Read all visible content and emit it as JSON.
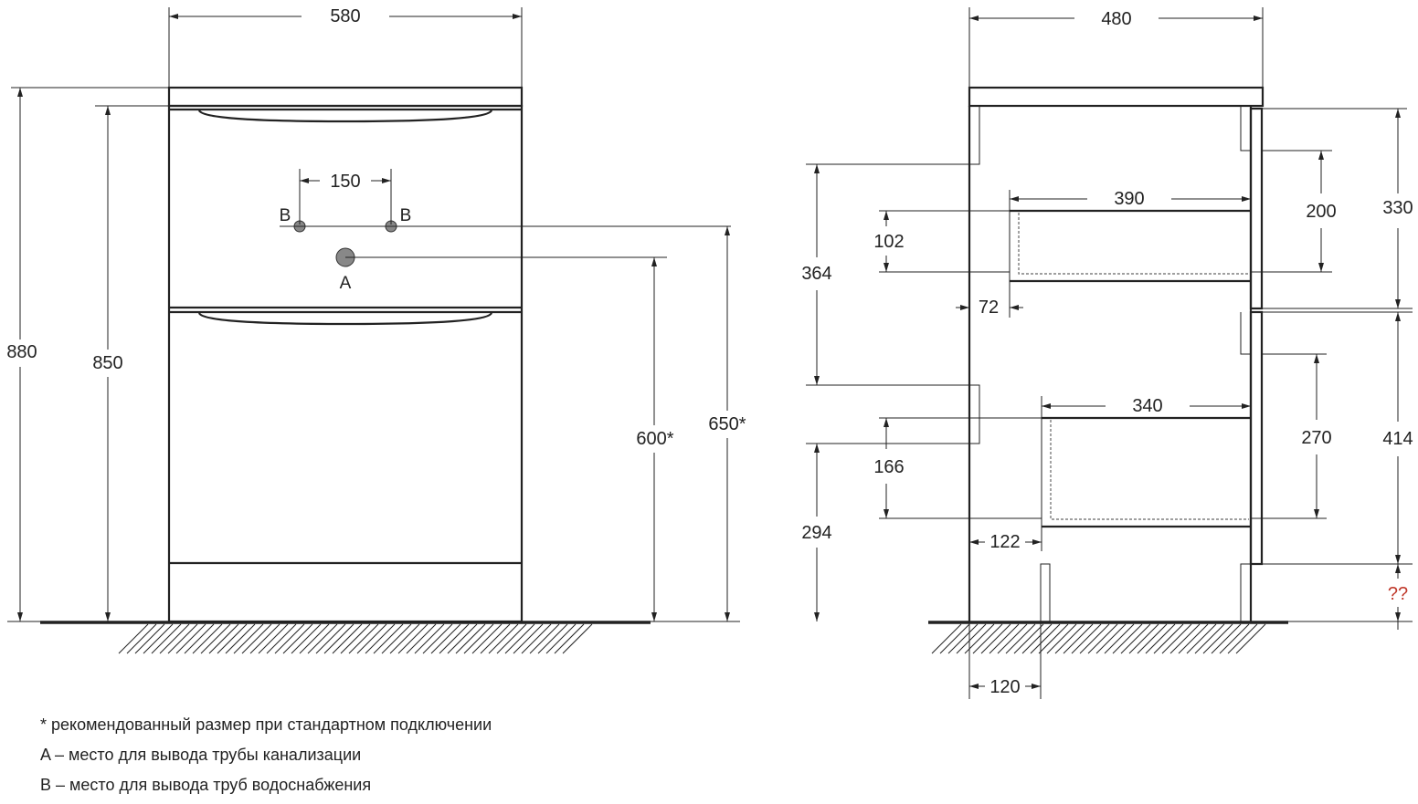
{
  "front_view": {
    "width_label": "580",
    "total_height_label": "880",
    "body_height_label": "850",
    "water_spacing_label": "150",
    "water_left_label": "B",
    "water_right_label": "B",
    "drain_label": "A",
    "drain_height_label": "600*",
    "water_height_label": "650*"
  },
  "side_view": {
    "depth_label": "480",
    "top_drawer_internal_depth_label": "390",
    "bottom_drawer_internal_depth_label": "340",
    "top_drawer_internal_height_label": "102",
    "bottom_drawer_internal_height_label": "166",
    "top_cutout_height_label": "364",
    "bottom_cutout_height_label": "294",
    "top_drawer_offset_label": "72",
    "bottom_drawer_offset_label": "122",
    "back_panel_offset_label": "120",
    "top_drawer_box_height_label": "200",
    "bottom_drawer_box_height_label": "270",
    "top_front_height_label": "330",
    "bottom_front_height_label": "414",
    "plinth_height_label": "??"
  },
  "notes": [
    "* рекомендованный размер при стандартном подключении",
    "A – место для вывода трубы канализации",
    "B – место для вывода труб водоснабжения"
  ]
}
